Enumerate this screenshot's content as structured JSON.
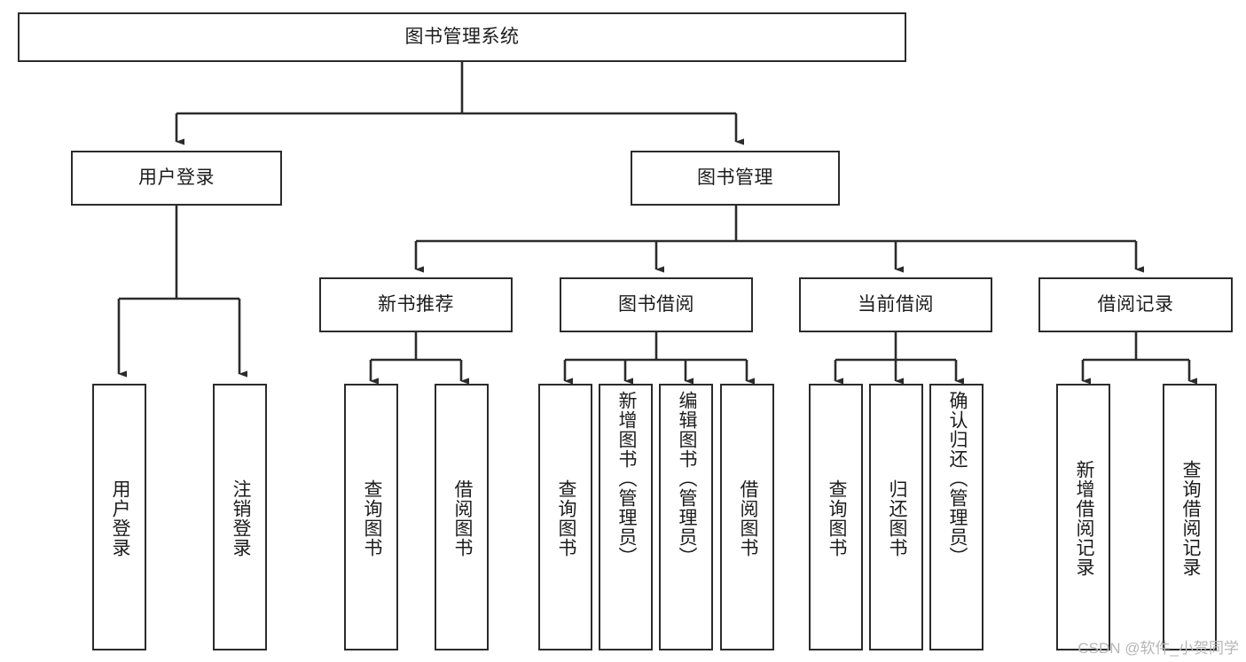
{
  "diagram": {
    "title": "图书管理系统",
    "type": "hierarchy-tree",
    "root": {
      "id": "root",
      "label": "图书管理系统"
    },
    "level2": [
      {
        "id": "user-login",
        "label": "用户登录"
      },
      {
        "id": "book-manage",
        "label": "图书管理"
      }
    ],
    "level3": [
      {
        "id": "new-book-rec",
        "label": "新书推荐",
        "parent": "book-manage"
      },
      {
        "id": "book-borrow",
        "label": "图书借阅",
        "parent": "book-manage"
      },
      {
        "id": "current-borrow",
        "label": "当前借阅",
        "parent": "book-manage"
      },
      {
        "id": "borrow-record",
        "label": "借阅记录",
        "parent": "book-manage"
      }
    ],
    "leaves": {
      "user-login": [
        {
          "id": "leaf-user-login",
          "label": "用户登录"
        },
        {
          "id": "leaf-user-logout",
          "label": "注销登录"
        }
      ],
      "new-book-rec": [
        {
          "id": "leaf-query-book-1",
          "label": "查询图书"
        },
        {
          "id": "leaf-borrow-book-1",
          "label": "借阅图书"
        }
      ],
      "book-borrow": [
        {
          "id": "leaf-query-book-2",
          "label": "查询图书"
        },
        {
          "id": "leaf-add-book",
          "label": "新增图书（管理员）"
        },
        {
          "id": "leaf-edit-book",
          "label": "编辑图书（管理员）"
        },
        {
          "id": "leaf-borrow-book-2",
          "label": "借阅图书"
        }
      ],
      "current-borrow": [
        {
          "id": "leaf-query-book-3",
          "label": "查询图书"
        },
        {
          "id": "leaf-return-book",
          "label": "归还图书"
        },
        {
          "id": "leaf-confirm-return",
          "label": "确认归还（管理员）"
        }
      ],
      "borrow-record": [
        {
          "id": "leaf-add-record",
          "label": "新增借阅记录"
        },
        {
          "id": "leaf-query-record",
          "label": "查询借阅记录"
        }
      ]
    }
  },
  "watermark": {
    "text": "CSDN @软件_小贺同学"
  },
  "colors": {
    "stroke": "#2b2b2b",
    "background": "#ffffff",
    "text": "#1c1c1c",
    "watermark": "#b6b6b6"
  }
}
